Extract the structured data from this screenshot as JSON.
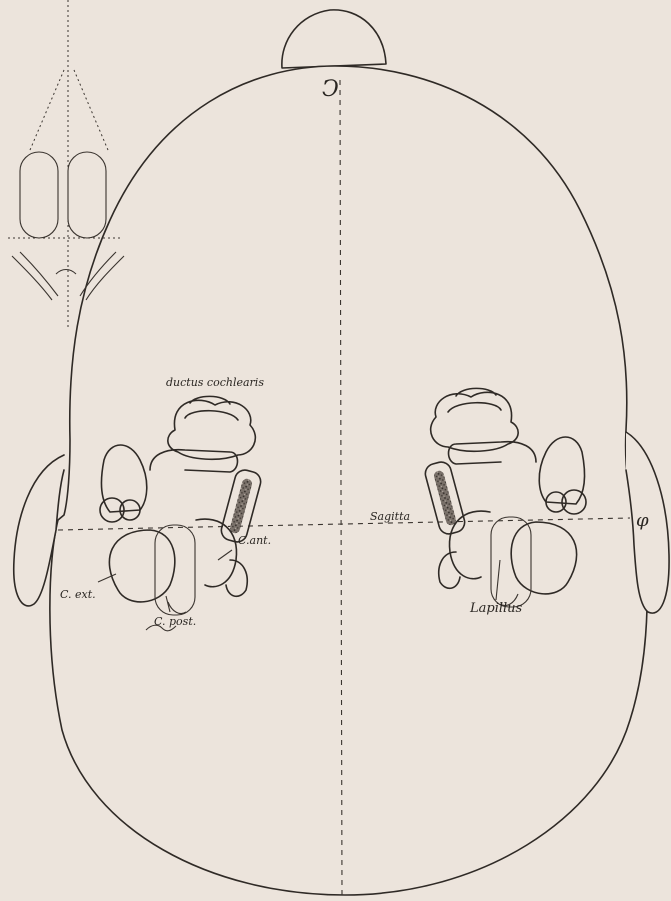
{
  "labels": {
    "top_mark": "Ↄ",
    "ductus_cochlearis": "ductus cochlearis",
    "c_ant": "C.ant.",
    "c_ext": "C. ext.",
    "c_post": "C. post.",
    "sagitta": "Sagitta",
    "lapillus": "Lapillus",
    "phi": "φ"
  },
  "colors": {
    "paper": "#ece4dc",
    "ink": "#2f2a26",
    "stipple": "#4a423c"
  }
}
